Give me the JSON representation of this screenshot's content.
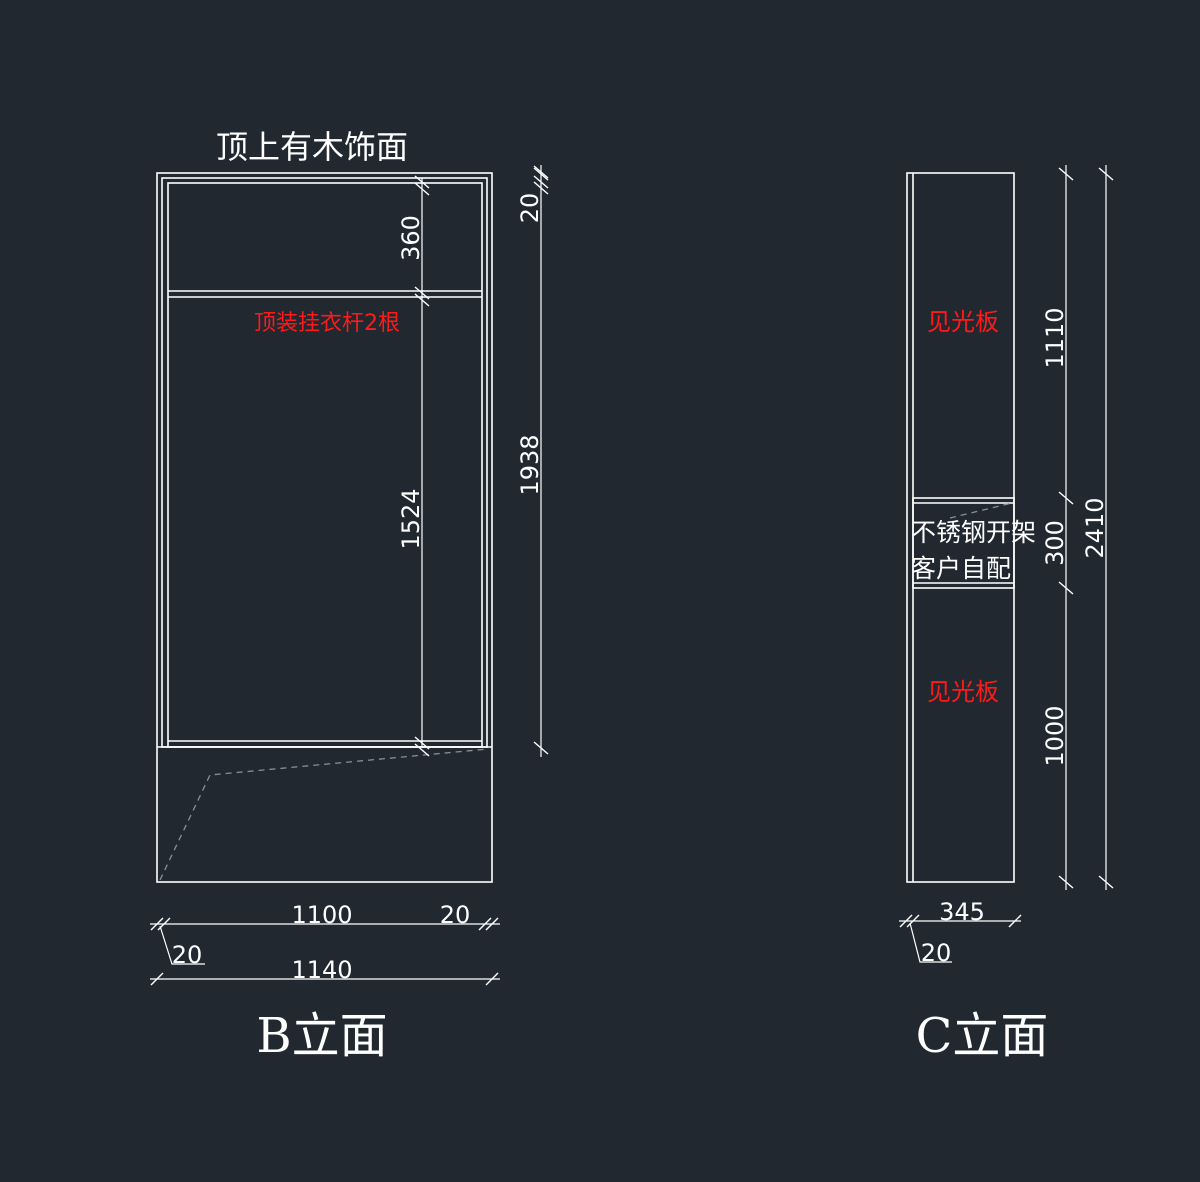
{
  "colors": {
    "background": "#212830",
    "line": "#ffffff",
    "annotation_red": "#ff1a1a",
    "hidden_line": "#8a8f96"
  },
  "elevation_b": {
    "title": "B立面",
    "top_note": "顶上有木饰面",
    "rod_note": "顶装挂衣杆2根",
    "dims": {
      "top_gap": "20",
      "top_compartment": "360",
      "hanging_space": "1524",
      "total_height": "1938",
      "inner_width": "1100",
      "side_right": "20",
      "side_left": "20",
      "total_width": "1140"
    }
  },
  "elevation_c": {
    "title": "C立面",
    "panel_upper": "见光板",
    "panel_lower": "见光板",
    "shelf_note_line1": "不锈钢开架",
    "shelf_note_line2": "客户自配",
    "dims": {
      "upper_height": "1110",
      "shelf_height": "300",
      "lower_height": "1000",
      "total_height": "2410",
      "depth": "345",
      "side": "20"
    }
  }
}
